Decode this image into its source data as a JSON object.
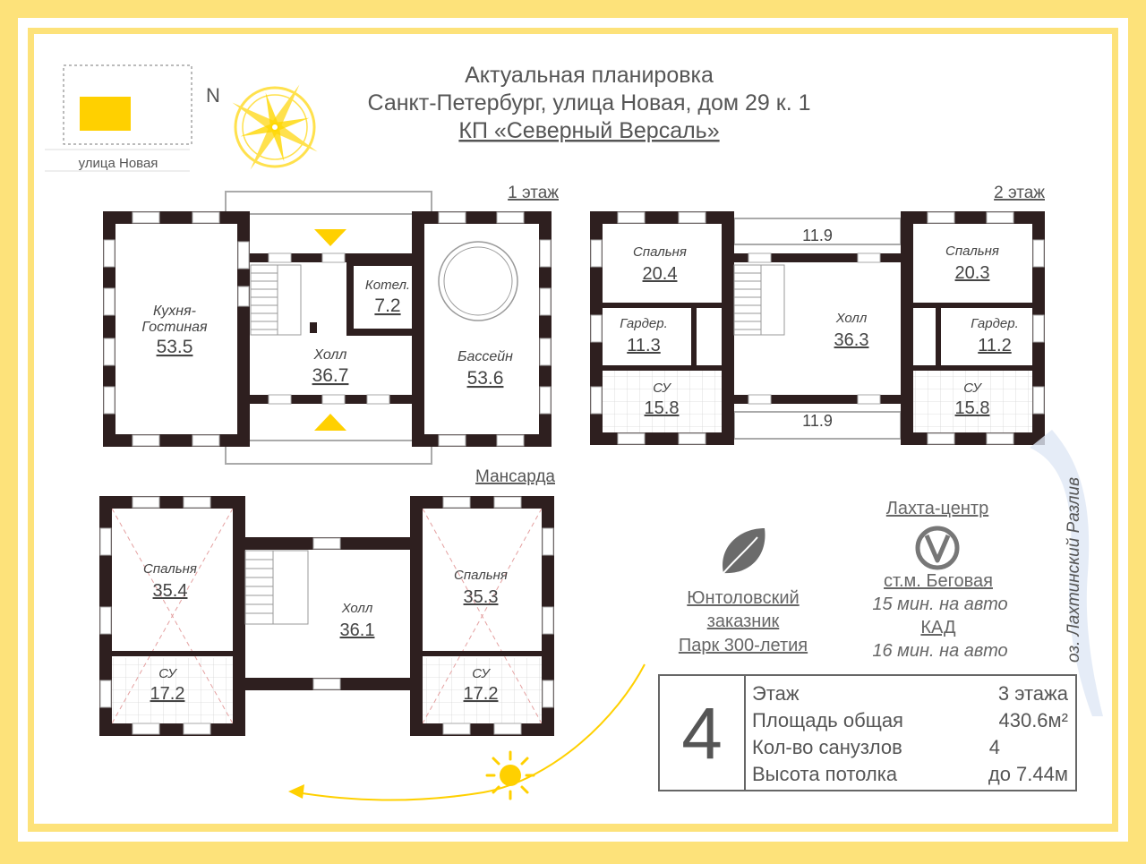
{
  "header": {
    "line1": "Актуальная планировка",
    "line2": "Санкт-Петербург, улица Новая, дом 29 к. 1",
    "line3": "КП «Северный Версаль»"
  },
  "site": {
    "street_label": "улица Новая",
    "north_label": "N"
  },
  "floors": {
    "first": {
      "title": "1 этаж",
      "rooms": [
        {
          "name": "Кухня-",
          "name2": "Гостиная",
          "area": "53.5"
        },
        {
          "name": "Котел.",
          "area": "7.2"
        },
        {
          "name": "Холл",
          "area": "36.7"
        },
        {
          "name": "Бассейн",
          "area": "53.6"
        }
      ]
    },
    "second": {
      "title": "2 этаж",
      "rooms": [
        {
          "name": "Спальня",
          "area": "20.4"
        },
        {
          "name": "Гардер.",
          "area": "11.3"
        },
        {
          "name": "СУ",
          "area": "15.8"
        },
        {
          "name": "Холл",
          "area": "36.3"
        },
        {
          "name": "Спальня",
          "area": "20.3"
        },
        {
          "name": "Гардер.",
          "area": "11.2"
        },
        {
          "name": "СУ",
          "area": "15.8"
        }
      ],
      "terrace_top": "11.9",
      "terrace_bottom": "11.9"
    },
    "attic": {
      "title": "Мансарда",
      "rooms": [
        {
          "name": "Спальня",
          "area": "35.4"
        },
        {
          "name": "СУ",
          "area": "17.2"
        },
        {
          "name": "Холл",
          "area": "36.1"
        },
        {
          "name": "Спальня",
          "area": "35.3"
        },
        {
          "name": "СУ",
          "area": "17.2"
        }
      ]
    }
  },
  "surroundings": {
    "lakhta": "Лахта-центр",
    "metro": "ст.м. Беговая",
    "metro_time": "15 мин. на авто",
    "kad": "КАД",
    "kad_time": "16 мин. на авто",
    "reserve_line1": "Юнтоловский",
    "reserve_line2": "заказник",
    "reserve_line3": "Парк 300-летия",
    "water": "оз. Лахтинский Разлив"
  },
  "info": {
    "number": "4",
    "rows": [
      {
        "label": "Этаж",
        "value": "3 этажа"
      },
      {
        "label": "Площадь общая",
        "value": "430.6м²"
      },
      {
        "label": "Кол-во санузлов",
        "value": "4"
      },
      {
        "label": "Высота потолка",
        "value": "до 7.44м"
      }
    ]
  },
  "icons": {
    "compass": "compass-rose-icon",
    "leaf": "leaf-icon",
    "metro": "metro-logo-icon",
    "sun": "sun-icon"
  },
  "colors": {
    "border_yellow": "#fde27a",
    "accent_yellow": "#ffd000",
    "wall": "#2e1f1f",
    "text": "#555555"
  }
}
